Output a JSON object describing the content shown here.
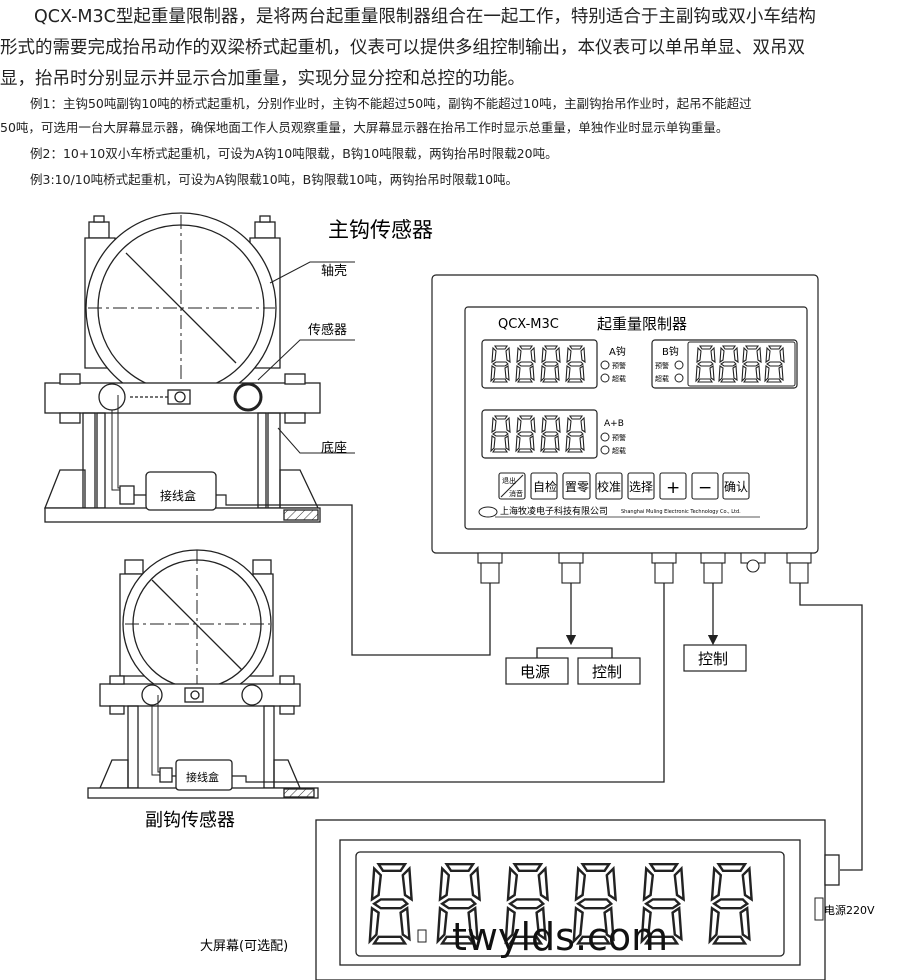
{
  "intro": {
    "line1": "QCX-M3C型起重量限制器，是将两台起重量限制器组合在一起工作，特别适合于主副钩或双小车结构",
    "line2": "形式的需要完成抬吊动作的双梁桥式起重机，仪表可以提供多组控制输出，本仪表可以单吊单显、双吊双",
    "line3": "显，抬吊时分别显示并显示合加重量，实现分显分控和总控的功能。"
  },
  "examples": {
    "ex1a": "例1：主钩50吨副钩10吨的桥式起重机，分别作业时，主钩不能超过50吨，副钩不能超过10吨，主副钩抬吊作业时，起吊不能超过",
    "ex1b": "50吨，可选用一台大屏幕显示器，确保地面工作人员观察重量，大屏幕显示器在抬吊工作时显示总重量，单独作业时显示单钩重量。",
    "ex2": "例2：10+10双小车桥式起重机，可设为A钩10吨限载，B钩10吨限载，两钩抬吊时限载20吨。",
    "ex3": "例3:10/10吨桥式起重机，可设为A钩限载10吨，B钩限载10吨，两钩抬吊时限载10吨。"
  },
  "diagram": {
    "main_sensor_title": "主钩传感器",
    "aux_sensor_title": "副钩传感器",
    "label_shell": "轴壳",
    "label_sensor": "传感器",
    "label_base": "底座",
    "junction_box_1": "接线盒",
    "junction_box_2": "接线盒",
    "output_power": "电源",
    "output_control_1": "控制",
    "output_control_2": "控制",
    "power_220": "电源220V",
    "big_screen": "大屏幕(可选配)",
    "watermark": "twylds.com"
  },
  "instrument": {
    "model": "QCX-M3C",
    "name": "起重量限制器",
    "a_hook": "A钩",
    "b_hook": "B钩",
    "ab": "A+B",
    "warn": "预警",
    "over": "超载",
    "digits": "8888",
    "company": "上海牧凌电子科技有限公司",
    "company_en": "Shanghai Muling Electronic Technology Co., Ltd.",
    "buttons": {
      "exit_top": "退出",
      "exit_bottom": "消音",
      "selftest": "自检",
      "zero": "置零",
      "calibrate": "校准",
      "select": "选择",
      "plus": "+",
      "minus": "−",
      "confirm": "确认"
    }
  },
  "bigscreen": {
    "digits": "888888"
  }
}
